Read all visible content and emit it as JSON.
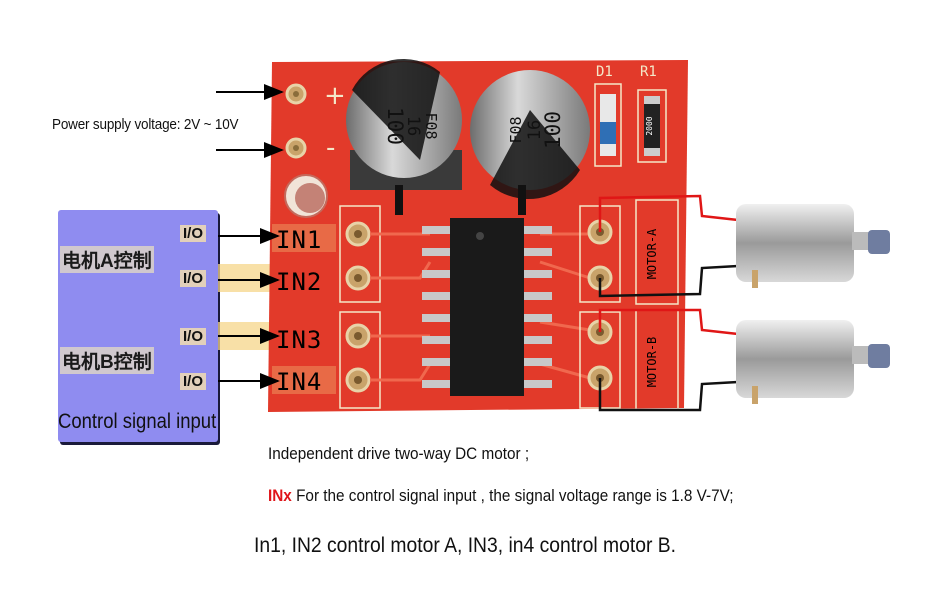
{
  "power": {
    "label": "Power supply voltage: 2V ~ 10V",
    "plus": "+",
    "minus": "-"
  },
  "control": {
    "title": "Control signal input",
    "motor_a_cn": "电机A控制",
    "motor_b_cn": "电机B控制",
    "io_labels": [
      "I/O",
      "I/O",
      "I/O",
      "I/O"
    ]
  },
  "board": {
    "pins": [
      "IN1",
      "IN2",
      "IN3",
      "IN4"
    ],
    "motor_a": "MOTOR-A",
    "motor_b": "MOTOR-B",
    "d1": "D1",
    "r1": "R1",
    "resistor": "2000",
    "cap_text": [
      "100",
      "16",
      "F08"
    ],
    "board_color": "#e23a2a",
    "pad_color": "#c9a36a"
  },
  "notes": {
    "line1": "Independent drive two-way DC motor ;",
    "inx": "INx",
    "line2": "For the control signal input , the signal voltage range is 1.8 V-7V;",
    "line3": "In1, IN2 control motor A, IN3, in4 control motor B."
  }
}
